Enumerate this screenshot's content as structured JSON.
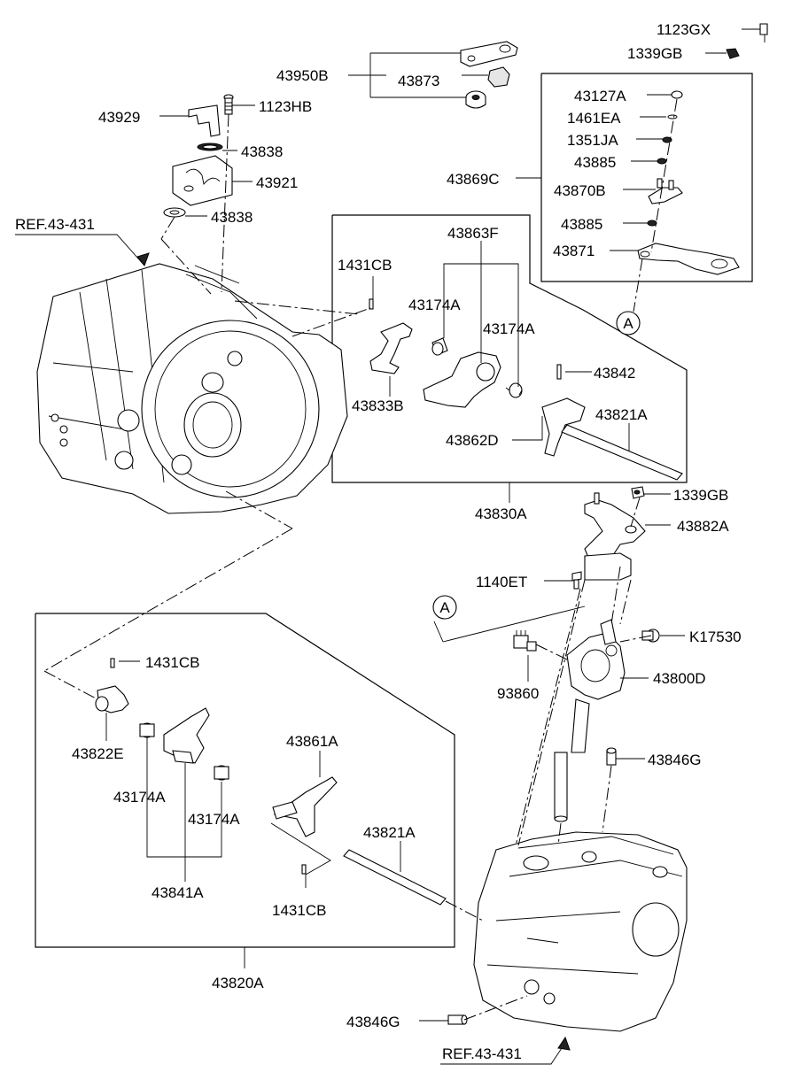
{
  "labels": {
    "p1123GX": "1123GX",
    "p1339GB_top": "1339GB",
    "p43950B": "43950B",
    "p43873": "43873",
    "p43929": "43929",
    "p1123HB": "1123HB",
    "p43838_a": "43838",
    "p43921": "43921",
    "p43838_b": "43838",
    "ref_top": "REF.43-431",
    "p43127A": "43127A",
    "p1461EA": "1461EA",
    "p1351JA": "1351JA",
    "p43885_a": "43885",
    "p43869C": "43869C",
    "p43870B": "43870B",
    "p43885_b": "43885",
    "p43871": "43871",
    "callout_a_top": "A",
    "p43863F": "43863F",
    "p1431CB_a": "1431CB",
    "p43174A_a": "43174A",
    "p43174A_b": "43174A",
    "p43842": "43842",
    "p43833B": "43833B",
    "p43821A_a": "43821A",
    "p43862D": "43862D",
    "p43830A": "43830A",
    "p1339GB_mid": "1339GB",
    "p43882A": "43882A",
    "p1140ET": "1140ET",
    "callout_a_mid": "A",
    "pK17530": "K17530",
    "p93860": "93860",
    "p43800D": "43800D",
    "p43846G_a": "43846G",
    "p1431CB_b": "1431CB",
    "p43822E": "43822E",
    "p43861A": "43861A",
    "p43174A_c": "43174A",
    "p43174A_d": "43174A",
    "p43821A_b": "43821A",
    "p43841A": "43841A",
    "p1431CB_c": "1431CB",
    "p43820A": "43820A",
    "p43846G_b": "43846G",
    "ref_bottom": "REF.43-431"
  }
}
